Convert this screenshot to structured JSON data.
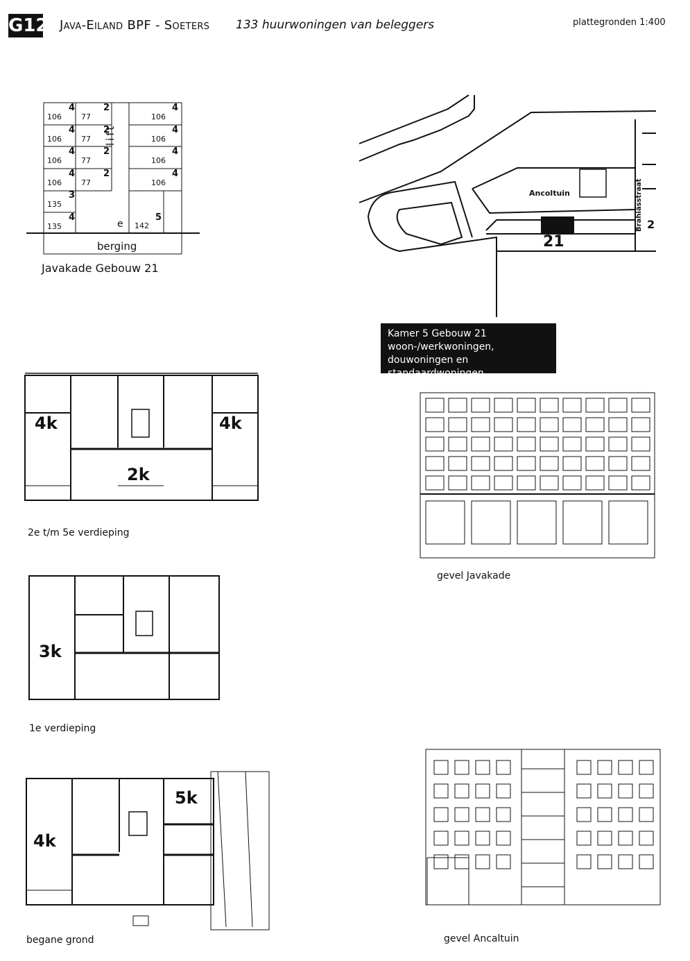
{
  "header": {
    "code": "G12",
    "title": "Java-Eiland BPF - Soeters",
    "subtitle": "133 huurwoningen van beleggers",
    "scale": "plattegronden 1:400"
  },
  "section_diagram": {
    "caption": "Javakade Gebouw 21",
    "lift_label": "lift",
    "storage_label": "berging",
    "entrance_label": "e",
    "left_units": [
      {
        "size": "106",
        "rooms": "4"
      },
      {
        "size": "106",
        "rooms": "4"
      },
      {
        "size": "106",
        "rooms": "4"
      },
      {
        "size": "106",
        "rooms": "4"
      },
      {
        "size": "135",
        "rooms": "3"
      },
      {
        "size": "135",
        "rooms": "4"
      }
    ],
    "mid_units": [
      {
        "size": "77",
        "rooms": "2"
      },
      {
        "size": "77",
        "rooms": "2"
      },
      {
        "size": "77",
        "rooms": "2"
      },
      {
        "size": "77",
        "rooms": "2"
      }
    ],
    "right_units": [
      {
        "size": "106",
        "rooms": "4"
      },
      {
        "size": "106",
        "rooms": "4"
      },
      {
        "size": "106",
        "rooms": "4"
      },
      {
        "size": "106",
        "rooms": "4"
      }
    ],
    "ground_right": {
      "size": "142",
      "rooms": "5"
    }
  },
  "site_map": {
    "garden_label": "Ancoltuin",
    "building_number": "21",
    "street_label": "Brahiässtraat",
    "edge_number": "2"
  },
  "info_box": {
    "line1": "Kamer 5 Gebouw 21",
    "line2": "woon-/werkwoningen,",
    "line3": "douwoningen en standaardwoningen"
  },
  "plans": [
    {
      "caption": "2e t/m 5e verdieping",
      "labels": [
        "4k",
        "4k",
        "2k"
      ]
    },
    {
      "caption": "1e verdieping",
      "labels": [
        "3k"
      ]
    },
    {
      "caption": "begane grond",
      "labels": [
        "4k",
        "5k"
      ]
    }
  ],
  "elevations": [
    {
      "caption": "gevel Javakade"
    },
    {
      "caption": "gevel Ancaltuin"
    }
  ]
}
